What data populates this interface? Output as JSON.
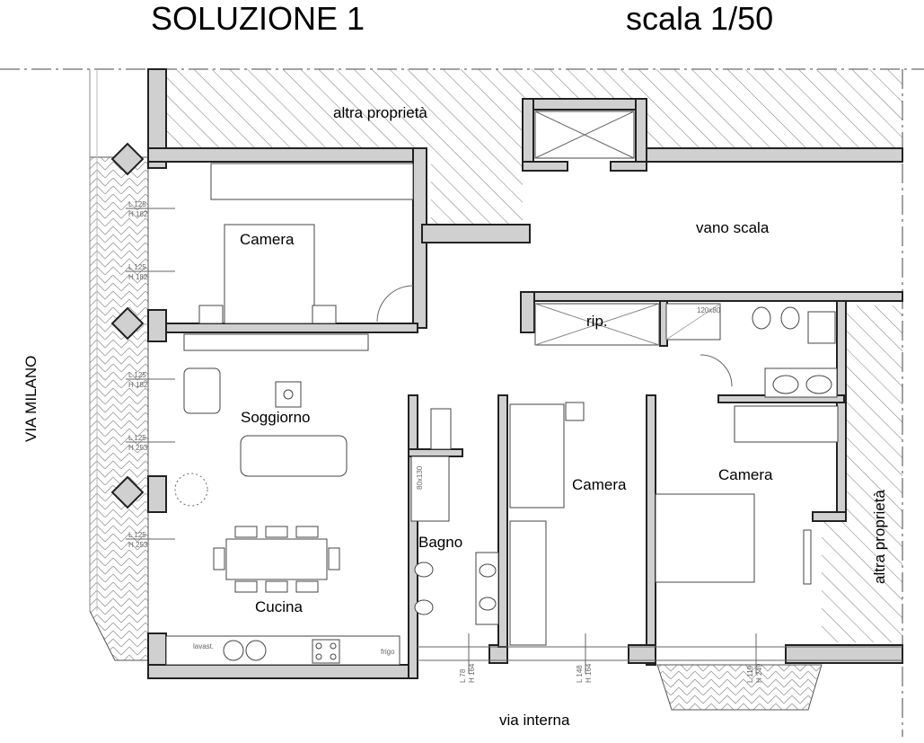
{
  "header": {
    "title": "SOLUZIONE 1",
    "scale": "scala 1/50"
  },
  "streets": {
    "left": "VIA MILANO",
    "bottom": "via interna"
  },
  "areas": {
    "top_neighbor": "altra proprietà",
    "right_neighbor": "altra proprietà",
    "stairwell": "vano scala"
  },
  "rooms": {
    "camera_1": "Camera",
    "soggiorno": "Soggiorno",
    "cucina": "Cucina",
    "bagno": "Bagno",
    "camera_2": "Camera",
    "camera_3": "Camera",
    "ripostiglio": "rip."
  },
  "fixtures": {
    "shower": "120x80",
    "bathtub": "80x130",
    "dishwasher": "lavast.",
    "fridge": "frigo"
  },
  "windows": [
    {
      "l": "L 125",
      "h": "H 182"
    },
    {
      "l": "L 125",
      "h": "H 182"
    },
    {
      "l": "L 125",
      "h": "H 182"
    },
    {
      "l": "L 125",
      "h": "H 253"
    },
    {
      "l": "L 125",
      "h": "H 253"
    },
    {
      "l": "L 78",
      "h": "H 164"
    },
    {
      "l": "L 148",
      "h": "H 164"
    },
    {
      "l": "L 119",
      "h": "H 249"
    }
  ]
}
